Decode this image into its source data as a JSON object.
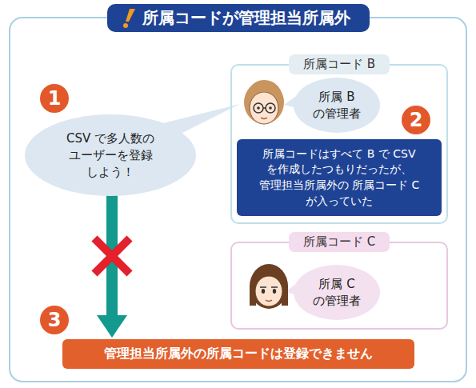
{
  "diagram": {
    "title": "所属コードが管理担当所属外",
    "nodes": [
      {
        "text": [
          "CSV で多人数の ユーザーを登録 しよう！"
        ]
      },
      {
        "text": [
          "所属コード B"
        ]
      },
      {
        "text": [
          "所属 B の管理者"
        ],
        "in": 1
      },
      {
        "text": [
          "所属コードはすべて B で CSV を作成したつもりだったが、 管理担当所属外の 所属コード C が入っていた"
        ],
        "in": 1
      },
      {
        "text": [
          "所属コード C"
        ]
      },
      {
        "text": [
          "所属 C の管理者"
        ],
        "in": 4
      },
      {
        "text": [
          "管理担当所属外の所属コードは登録できません"
        ]
      }
    ],
    "edges": [
      {
        "from": 0,
        "to": 6,
        "arrow": "to"
      }
    ],
    "labels": [
      "1",
      "2",
      "3"
    ]
  }
}
